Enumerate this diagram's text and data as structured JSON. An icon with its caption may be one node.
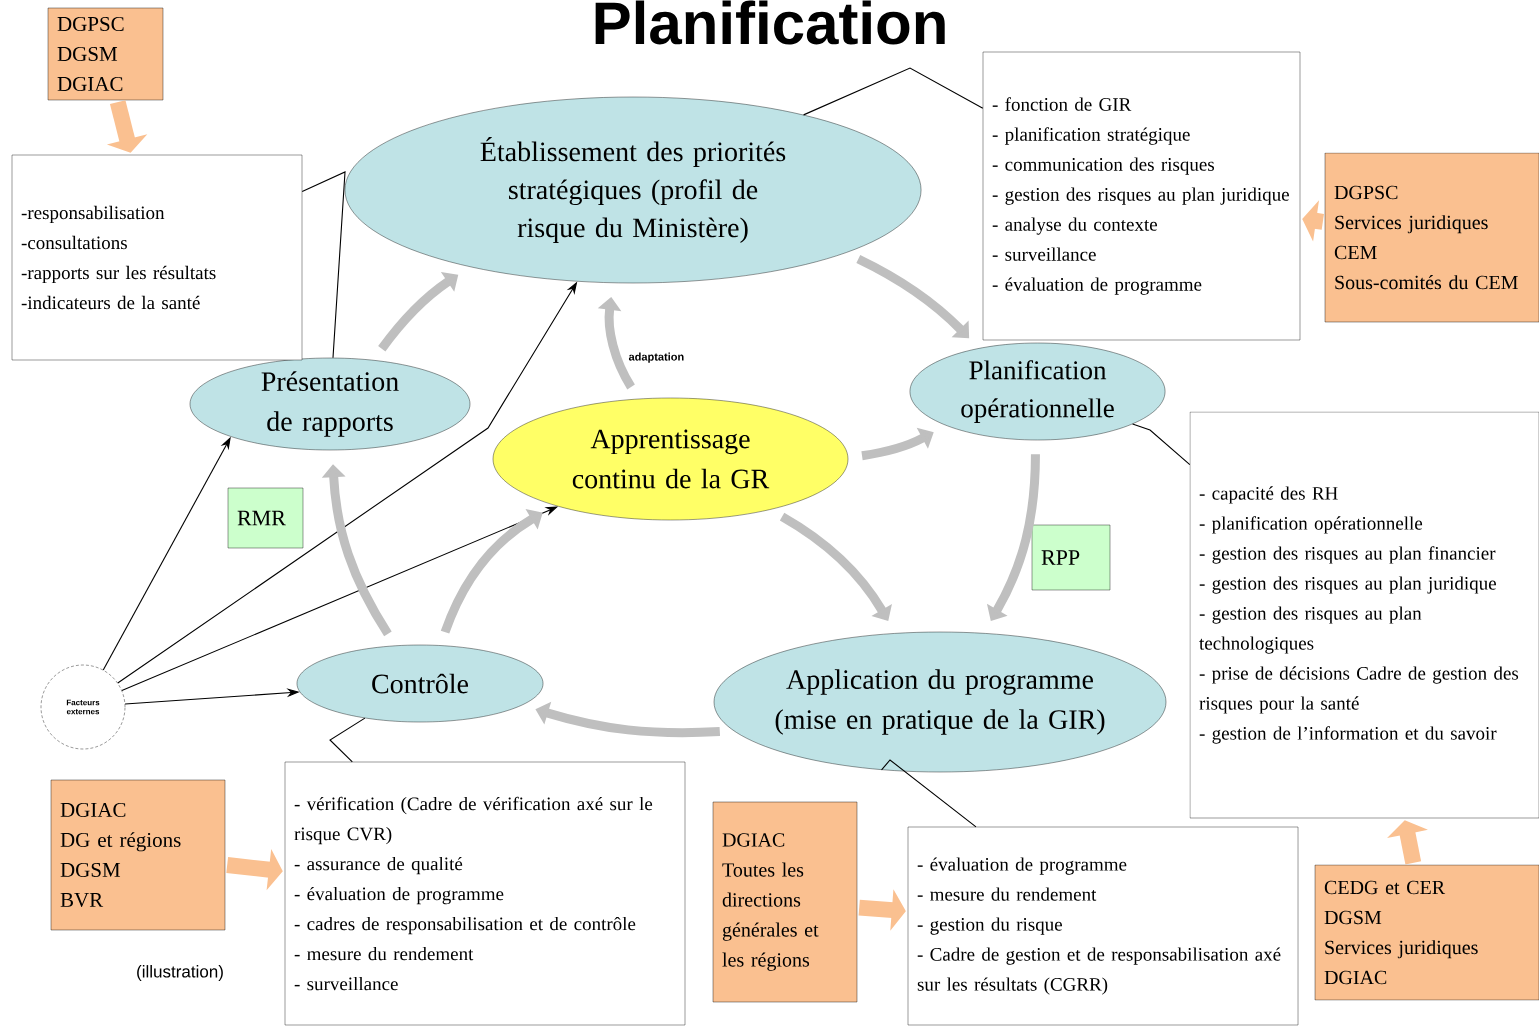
{
  "diagram": {
    "title": "Planification",
    "nodes": [
      {
        "text": [
          "Établissement des priorités stratégiques (profil de risque du Ministère)"
        ]
      },
      {
        "text": [
          "Planification opérationnelle"
        ]
      },
      {
        "text": [
          "Application du programme (mise en pratique de la GIR)"
        ]
      },
      {
        "text": [
          "Contrôle"
        ]
      },
      {
        "text": [
          "Présentation de rapports"
        ]
      },
      {
        "text": [
          "Apprentissage continu de la GR"
        ]
      },
      {
        "text": [
          "Facteurs externes"
        ]
      },
      {
        "text": [
          "DGPSC",
          "DGSM",
          "DGIAC"
        ]
      },
      {
        "text": [
          "-responsabilisation",
          "-consultations",
          "-rapports sur les résultats",
          "-indicateurs de la santé"
        ]
      },
      {
        "text": [
          "- fonction de GIR",
          "- planification stratégique",
          "- communication des risques",
          "- gestion des risques au plan juridique",
          "- analyse du contexte",
          "- surveillance",
          "- évaluation de programme"
        ]
      },
      {
        "text": [
          "DGPSC",
          "Services juridiques",
          "CEM",
          "Sous-comités du CEM"
        ]
      },
      {
        "text": [
          "- capacité des RH",
          "- planification opérationnelle",
          "- gestion des risques au plan financier",
          "- gestion des risques au plan juridique",
          "- gestion des risques au plan technologiques",
          "- prise de décisions Cadre de gestion des risques pour la santé",
          "- gestion de l’information et du savoir"
        ]
      },
      {
        "text": [
          "CEDG et CER",
          "DGSM",
          "Services juridiques",
          "DGIAC"
        ]
      },
      {
        "text": [
          "- évaluation de programme",
          "- mesure du rendement",
          "- gestion du risque",
          "- Cadre de gestion et de responsabilisation axé sur les résultats (CGRR)"
        ]
      },
      {
        "text": [
          "DGIAC",
          "Toutes les directions générales et les régions"
        ]
      },
      {
        "text": [
          "- vérification (Cadre de vérification axé sur le risque CVR)",
          "- assurance de qualité",
          "- évaluation de programme",
          "- cadres de responsabilisation et de contrôle",
          "- mesure du rendement",
          "- surveillance"
        ]
      },
      {
        "text": [
          "DGIAC",
          "DG et régions",
          "DGSM",
          "BVR"
        ]
      },
      {
        "text": [
          "RMR"
        ]
      },
      {
        "text": [
          "RPP"
        ]
      }
    ],
    "edges": [
      {
        "from": 7,
        "to": 8,
        "arrow": "to",
        "color": "#fac090"
      },
      {
        "from": 10,
        "to": 9,
        "arrow": "to",
        "color": "#fac090"
      },
      {
        "from": 12,
        "to": 11,
        "arrow": "to",
        "color": "#fac090"
      },
      {
        "from": 14,
        "to": 13,
        "arrow": "to",
        "color": "#fac090"
      },
      {
        "from": 16,
        "to": 15,
        "arrow": "to",
        "color": "#fac090"
      },
      {
        "from": 9,
        "to": 0,
        "arrow": "none",
        "color": "#000000"
      },
      {
        "from": 8,
        "to": 4,
        "arrow": "none",
        "color": "#000000"
      },
      {
        "from": 11,
        "to": 1,
        "arrow": "none",
        "color": "#000000"
      },
      {
        "from": 13,
        "to": 2,
        "arrow": "none",
        "color": "#000000"
      },
      {
        "from": 15,
        "to": 3,
        "arrow": "none",
        "color": "#000000"
      },
      {
        "from": 6,
        "to": 4,
        "arrow": "to",
        "color": "#000000"
      },
      {
        "from": 6,
        "to": 0,
        "arrow": "to",
        "color": "#000000"
      },
      {
        "from": 6,
        "to": 5,
        "arrow": "to",
        "color": "#000000"
      },
      {
        "from": 6,
        "to": 3,
        "arrow": "to",
        "color": "#000000"
      },
      {
        "from": 0,
        "to": 1,
        "arrow": "to",
        "color": "#bfbfbf"
      },
      {
        "from": 1,
        "to": 2,
        "arrow": "to",
        "color": "#bfbfbf"
      },
      {
        "from": 2,
        "to": 3,
        "arrow": "to",
        "color": "#bfbfbf"
      },
      {
        "from": 3,
        "to": 4,
        "arrow": "to",
        "color": "#bfbfbf"
      },
      {
        "from": 4,
        "to": 0,
        "arrow": "to",
        "color": "#bfbfbf"
      },
      {
        "from": 5,
        "to": 0,
        "arrow": "to",
        "color": "#bfbfbf",
        "label": "adaptation"
      },
      {
        "from": 5,
        "to": 1,
        "arrow": "to",
        "color": "#bfbfbf"
      },
      {
        "from": 5,
        "to": 2,
        "arrow": "to",
        "color": "#bfbfbf"
      },
      {
        "from": 3,
        "to": 5,
        "arrow": "to",
        "color": "#bfbfbf"
      }
    ],
    "labels": [
      "(illustration)"
    ]
  }
}
